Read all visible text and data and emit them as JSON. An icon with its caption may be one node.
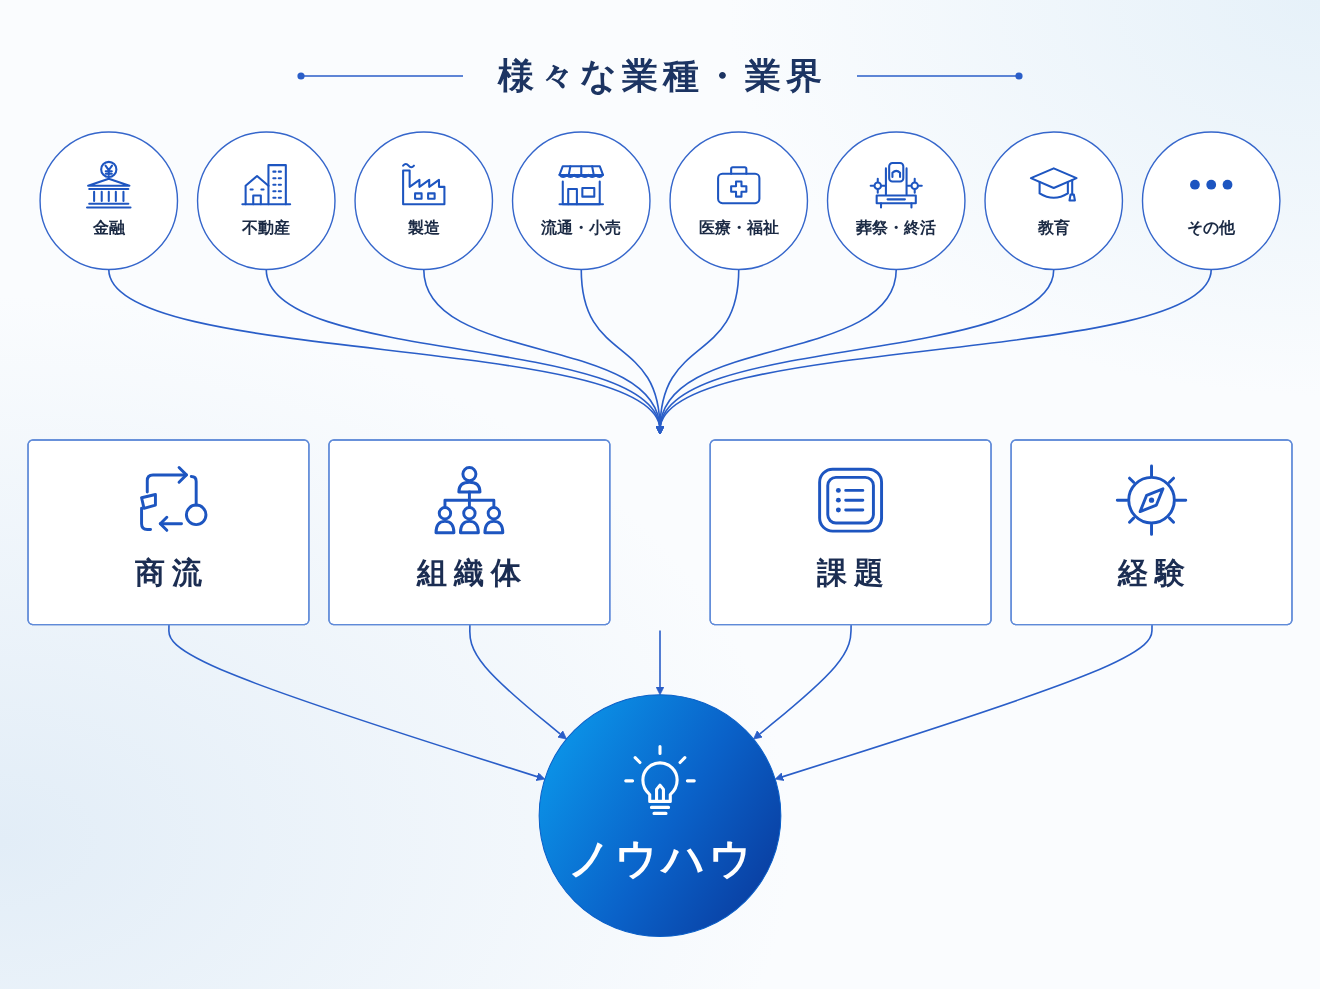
{
  "diagram": {
    "title": "様々な業種・業界",
    "nodes": [
      {
        "text": [
          "金融"
        ]
      },
      {
        "text": [
          "不動産"
        ]
      },
      {
        "text": [
          "製造"
        ]
      },
      {
        "text": [
          "流通・小売"
        ]
      },
      {
        "text": [
          "医療・福祉"
        ]
      },
      {
        "text": [
          "葬祭・終活"
        ]
      },
      {
        "text": [
          "教育"
        ]
      },
      {
        "text": [
          "その他"
        ]
      },
      {
        "text": [
          "商流"
        ]
      },
      {
        "text": [
          "組織体"
        ]
      },
      {
        "text": [
          "課題"
        ]
      },
      {
        "text": [
          "経験"
        ]
      },
      {
        "text": [
          "ノウハウ"
        ]
      }
    ],
    "edges": [
      {
        "from": 0,
        "to": null,
        "arrow": "to"
      },
      {
        "from": 1,
        "to": null,
        "arrow": "to"
      },
      {
        "from": 2,
        "to": null,
        "arrow": "to"
      },
      {
        "from": 3,
        "to": null,
        "arrow": "to"
      },
      {
        "from": 4,
        "to": null,
        "arrow": "to"
      },
      {
        "from": 5,
        "to": null,
        "arrow": "to"
      },
      {
        "from": 6,
        "to": null,
        "arrow": "to"
      },
      {
        "from": 7,
        "to": null,
        "arrow": "to"
      },
      {
        "from": 8,
        "to": 12,
        "arrow": "to"
      },
      {
        "from": 9,
        "to": 12,
        "arrow": "to"
      },
      {
        "from": null,
        "to": 12,
        "arrow": "to"
      },
      {
        "from": 10,
        "to": 12,
        "arrow": "to"
      },
      {
        "from": 11,
        "to": 12,
        "arrow": "to"
      }
    ]
  }
}
